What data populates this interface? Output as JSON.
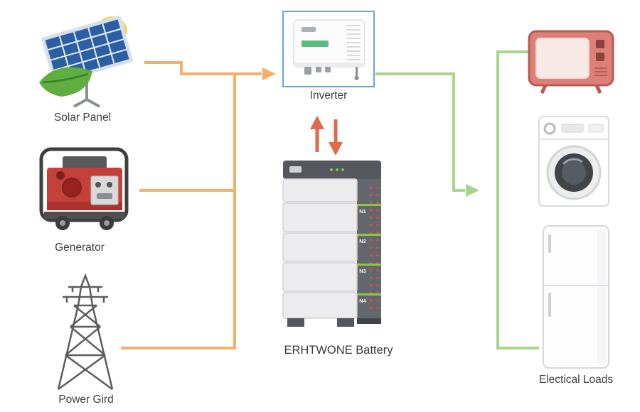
{
  "diagram": {
    "sources": {
      "solar_panel": {
        "label": "Solar Panel"
      },
      "generator": {
        "label": "Generator"
      },
      "power_grid": {
        "label": "Power Gird"
      }
    },
    "inverter": {
      "label": "Inverter"
    },
    "battery": {
      "label": "ERHTWONE Battery",
      "modules": [
        "N1",
        "N2",
        "N3",
        "N4"
      ]
    },
    "loads": {
      "label": "Electical Loads"
    }
  },
  "colors": {
    "source_line": "#f2b06a",
    "load_line": "#a9d58b",
    "exchange_arrow": "#e0684b",
    "inverter_border": "#6fa3d8",
    "battery_led": "#8dc63f",
    "connector_dots": "#c8564e"
  }
}
